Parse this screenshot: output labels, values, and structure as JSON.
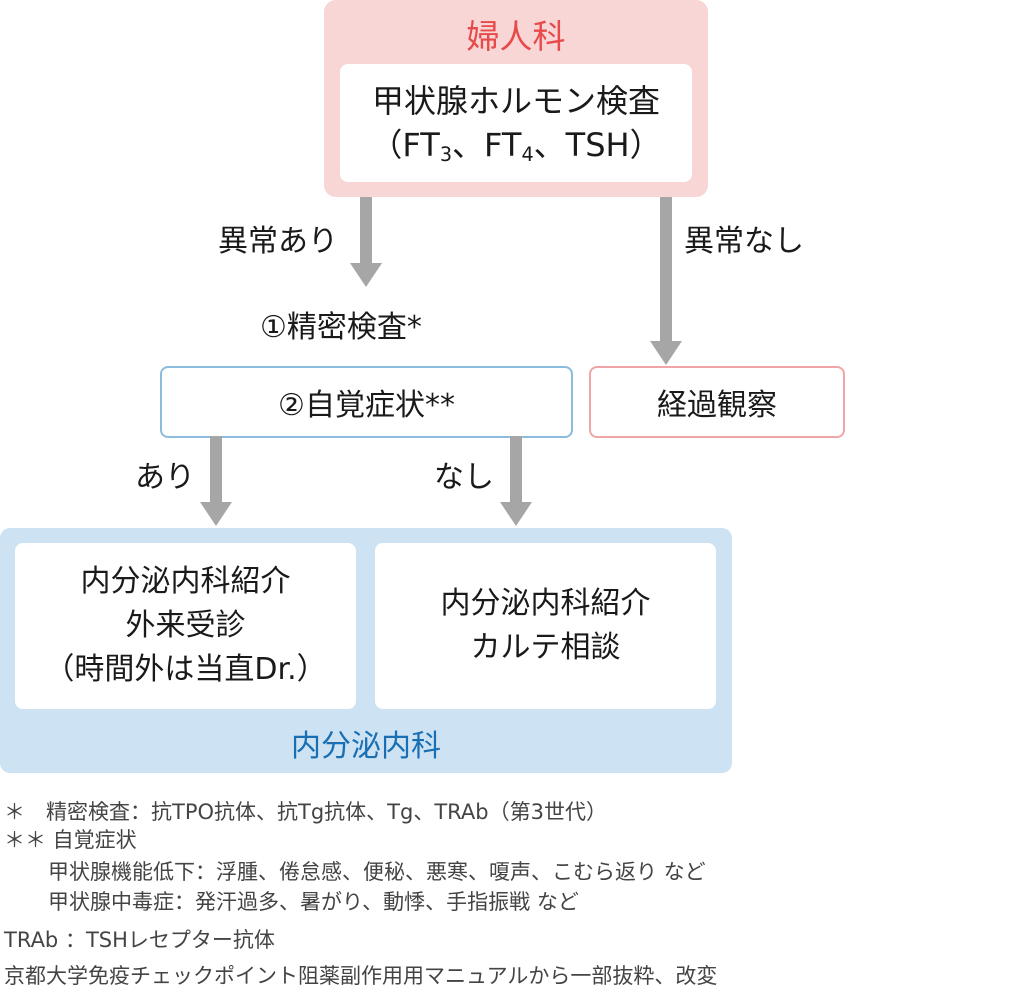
{
  "gynecology": {
    "title": "婦人科",
    "exam_line1": "甲状腺ホルモン検査",
    "exam_open": "（FT",
    "exam_sub1": "3",
    "exam_mid": "、FT",
    "exam_sub2": "4",
    "exam_close": "、TSH）"
  },
  "branches": {
    "abnormal": "異常あり",
    "normal": "異常なし",
    "yes": "あり",
    "no": "なし"
  },
  "steps": {
    "detailed_exam": "①精密検査*",
    "symptoms": "②自覚症状**",
    "observation": "経過観察"
  },
  "endocrinology": {
    "title": "内分泌内科",
    "left_card": {
      "line1": "内分泌内科紹介",
      "line2": "外来受診",
      "line3": "（時間外は当直Dr.）"
    },
    "right_card": {
      "line1": "内分泌内科紹介",
      "line2": "カルテ相談"
    }
  },
  "notes": {
    "n1": "＊　精密検査：抗TPO抗体、抗Tg抗体、Tg、TRAb（第3世代）",
    "n2": "＊＊ 自覚症状",
    "n3": "甲状腺機能低下：浮腫、倦怠感、便秘、悪寒、嗄声、こむら返り など",
    "n4": "甲状腺中毒症：発汗過多、暑がり、動悸、手指振戦 など",
    "n5": "TRAb ：TSHレセプター抗体",
    "n6": "京都大学免疫チェックポイント阻薬副作用用マニュアルから一部抜粋、改変"
  },
  "colors": {
    "gyn_panel": "#f9d6d6",
    "gyn_title": "#e84a4a",
    "endo_panel": "#cde3f3",
    "endo_title": "#1a6fb3",
    "arrow": "#a6a6a6",
    "symptom_border": "#8bbcde",
    "observe_border": "#f0a6a6"
  }
}
